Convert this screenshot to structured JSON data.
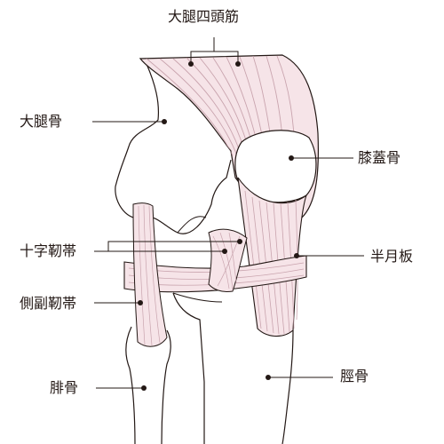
{
  "labels": {
    "quadriceps": "大腿四頭筋",
    "femur": "大腿骨",
    "patella": "膝蓋骨",
    "cruciate_ligament": "十字靭帯",
    "meniscus": "半月板",
    "collateral_ligament": "側副靭帯",
    "fibula": "腓骨",
    "tibia": "脛骨"
  },
  "colors": {
    "outline": "#231815",
    "muscle_fill": "#f6e4e8",
    "muscle_stroke": "#c9a4ae",
    "background": "#ffffff"
  }
}
